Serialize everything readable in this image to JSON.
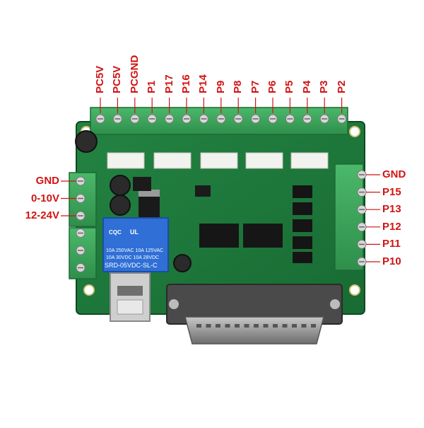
{
  "top_pins": [
    {
      "id": "pc5v-a",
      "label": "PC5V"
    },
    {
      "id": "pc5v-b",
      "label": "PC5V"
    },
    {
      "id": "pcgnd",
      "label": "PCGND"
    },
    {
      "id": "p1",
      "label": "P1"
    },
    {
      "id": "p17",
      "label": "P17"
    },
    {
      "id": "p16",
      "label": "P16"
    },
    {
      "id": "p14",
      "label": "P14"
    },
    {
      "id": "p9",
      "label": "P9"
    },
    {
      "id": "p8",
      "label": "P8"
    },
    {
      "id": "p7",
      "label": "P7"
    },
    {
      "id": "p6",
      "label": "P6"
    },
    {
      "id": "p5",
      "label": "P5"
    },
    {
      "id": "p4",
      "label": "P4"
    },
    {
      "id": "p3",
      "label": "P3"
    },
    {
      "id": "p2",
      "label": "P2"
    }
  ],
  "left_pins": [
    {
      "id": "gnd",
      "label": "GND"
    },
    {
      "id": "0-10v",
      "label": "0-10V"
    },
    {
      "id": "12-24v",
      "label": "12-24V"
    }
  ],
  "right_pins": [
    {
      "id": "gnd",
      "label": "GND"
    },
    {
      "id": "p15",
      "label": "P15"
    },
    {
      "id": "p13",
      "label": "P13"
    },
    {
      "id": "p12",
      "label": "P12"
    },
    {
      "id": "p11",
      "label": "P11"
    },
    {
      "id": "p10",
      "label": "P10"
    }
  ],
  "relay": {
    "lines": [
      "10A 250VAC  10A 125VAC",
      "10A  30VDC  10A  28VDC",
      "SRD-05VDC-SL-C"
    ],
    "marks": [
      "CQC",
      "UL"
    ]
  },
  "colors": {
    "pcb": "#1f7a3a",
    "pcb_dark": "#14592a",
    "terminal": "#3aa85a",
    "label": "#d21414",
    "relay": "#2f6fd6"
  }
}
